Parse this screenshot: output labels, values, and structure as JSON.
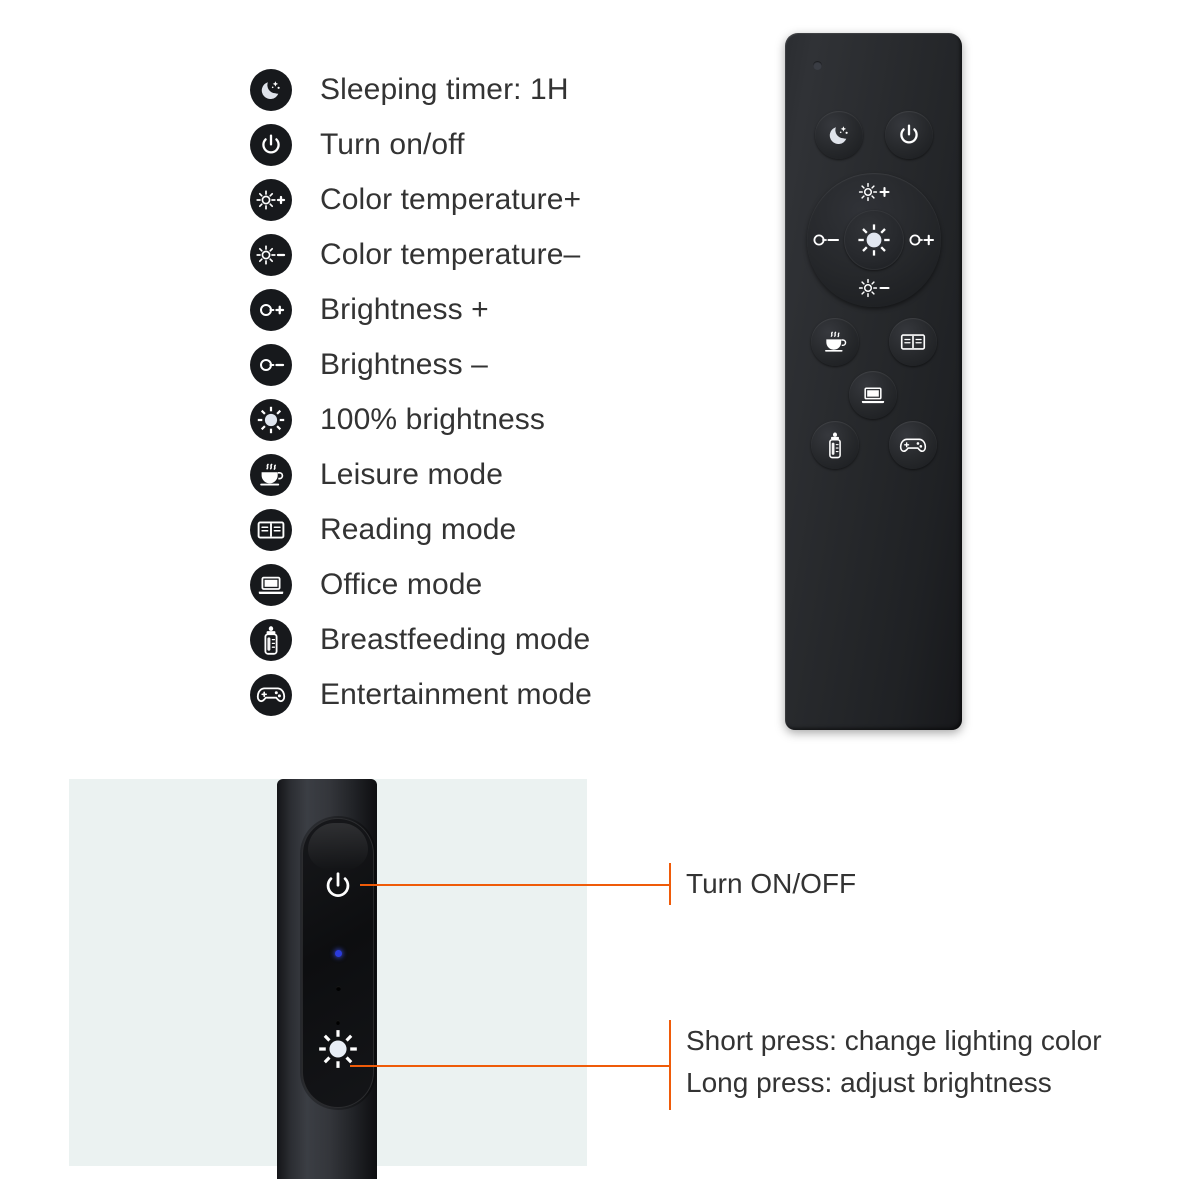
{
  "legend": {
    "items": [
      {
        "icon": "moon-stars-icon",
        "label": "Sleeping timer: 1H"
      },
      {
        "icon": "power-icon",
        "label": "Turn on/off"
      },
      {
        "icon": "color-temp-plus-icon",
        "label": "Color temperature+"
      },
      {
        "icon": "color-temp-minus-icon",
        "label": "Color temperature–"
      },
      {
        "icon": "brightness-plus-icon",
        "label": "Brightness +"
      },
      {
        "icon": "brightness-minus-icon",
        "label": "Brightness –"
      },
      {
        "icon": "full-brightness-icon",
        "label": "100% brightness"
      },
      {
        "icon": "coffee-cup-icon",
        "label": "Leisure mode"
      },
      {
        "icon": "open-book-icon",
        "label": "Reading mode"
      },
      {
        "icon": "laptop-icon",
        "label": "Office mode"
      },
      {
        "icon": "baby-bottle-icon",
        "label": "Breastfeeding mode"
      },
      {
        "icon": "gamepad-icon",
        "label": "Entertainment mode"
      }
    ]
  },
  "remote": {
    "ir_led": "ir-led-dot",
    "buttons": [
      {
        "icon": "moon-stars-icon",
        "action": "Sleeping timer: 1H"
      },
      {
        "icon": "power-icon",
        "action": "Turn on/off"
      },
      {
        "icon": "coffee-cup-icon",
        "action": "Leisure mode"
      },
      {
        "icon": "open-book-icon",
        "action": "Reading mode"
      },
      {
        "icon": "laptop-icon",
        "action": "Office mode"
      },
      {
        "icon": "baby-bottle-icon",
        "action": "Breastfeeding mode"
      },
      {
        "icon": "gamepad-icon",
        "action": "Entertainment mode"
      }
    ],
    "dpad": {
      "up": {
        "icon": "color-temp-plus-icon",
        "action": "Color temperature+"
      },
      "down": {
        "icon": "color-temp-minus-icon",
        "action": "Color temperature–"
      },
      "left": {
        "icon": "brightness-minus-icon",
        "action": "Brightness –"
      },
      "right": {
        "icon": "brightness-plus-icon",
        "action": "Brightness +"
      },
      "center": {
        "icon": "full-brightness-icon",
        "action": "100% brightness"
      }
    }
  },
  "lamp_panel": {
    "power_icon": "power-icon",
    "led_indicator": "blue-led-indicator",
    "brightness_icon": "full-brightness-icon"
  },
  "callouts": [
    {
      "lines": [
        "Turn ON/OFF"
      ]
    },
    {
      "lines": [
        "Short press: change lighting color",
        "Long press: adjust brightness"
      ]
    }
  ],
  "colors": {
    "accent": "#ef5b09",
    "panel_background": "#ebf2f1",
    "text": "#333333",
    "badge": "#17191c",
    "led_blue": "#2b3bdd"
  }
}
